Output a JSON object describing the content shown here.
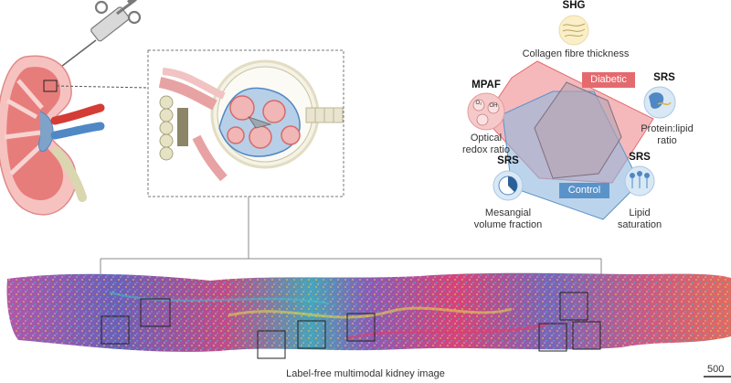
{
  "labels": {
    "shg_title": "SHG",
    "shg_caption": "Collagen fibre thickness",
    "mpaf_title": "MPAF",
    "mpaf_caption_1": "Optical",
    "mpaf_caption_2": "redox ratio",
    "srs_protein_title": "SRS",
    "srs_protein_caption_1": "Protein:lipid",
    "srs_protein_caption_2": "ratio",
    "srs_mesangial_title": "SRS",
    "srs_mesangial_caption_1": "Mesangial",
    "srs_mesangial_caption_2": "volume fraction",
    "srs_lipid_title": "SRS",
    "srs_lipid_caption_1": "Lipid",
    "srs_lipid_caption_2": "saturation",
    "diabetic_tag": "Diabetic",
    "control_tag": "Control",
    "o2_symbol": "O₂",
    "oh_symbol": "OH",
    "image_caption": "Label-free multimodal kidney image",
    "scale_bar": "500"
  },
  "colors": {
    "diabetic": "#e46a6e",
    "control": "#5a93c9",
    "kidney_red": "#e57373",
    "artery_red": "#d43c35",
    "vein_blue": "#4f88c4"
  }
}
